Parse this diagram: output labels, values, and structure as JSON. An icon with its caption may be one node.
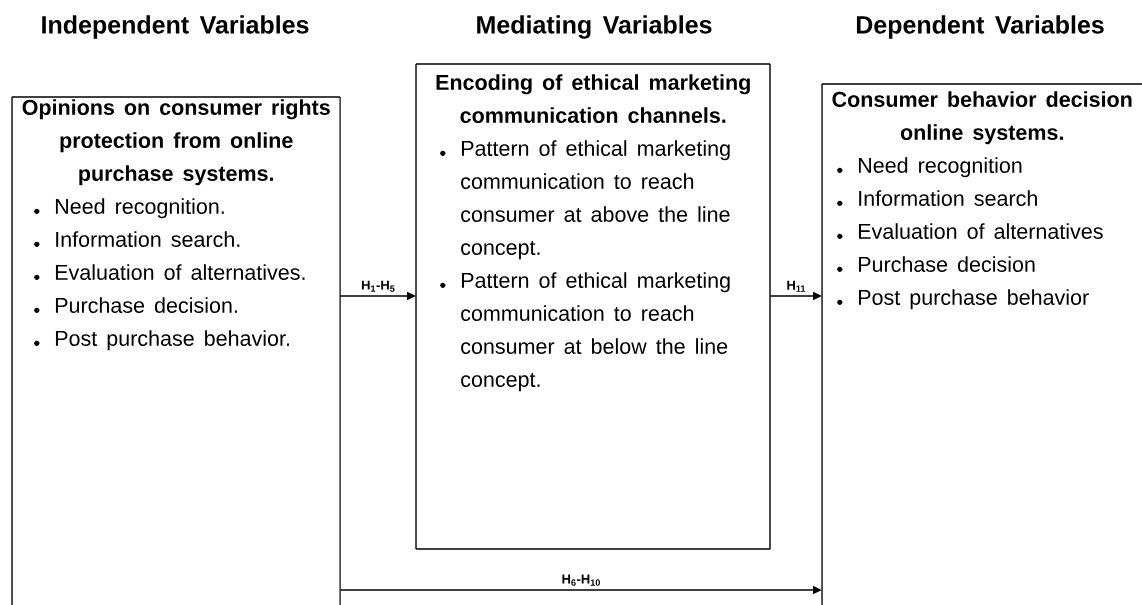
{
  "diagram": {
    "nodes": [
      {
        "text": [
          "Opinions on consumer rights protection from online purchase systems.",
          "Need recognition.",
          "Information search.",
          "Evaluation of alternatives.",
          "Purchase decision.",
          "Post purchase behavior."
        ]
      },
      {
        "text": [
          "Encoding of ethical marketing communication channels.",
          "Pattern of ethical marketing communication to reach consumer at above the line concept.",
          "Pattern of ethical marketing communication to reach consumer at below the line concept."
        ]
      },
      {
        "text": [
          "Consumer behavior decision online systems.",
          "Need recognition",
          "Information search",
          "Evaluation of alternatives",
          "Purchase decision",
          "Post purchase behavior"
        ]
      }
    ],
    "edges": [
      {
        "from": 0,
        "to": 1,
        "arrow": "to",
        "label": "H$_{1}$-H$_{5}$"
      },
      {
        "from": 1,
        "to": 2,
        "arrow": "to",
        "label": "H$_{11}$"
      },
      {
        "from": 0,
        "to": 2,
        "arrow": "to",
        "label": "H$_{6}$-H$_{10}$"
      }
    ],
    "labels": [
      "Independent Variables",
      "Mediating Variables",
      "Dependent Variables"
    ]
  }
}
